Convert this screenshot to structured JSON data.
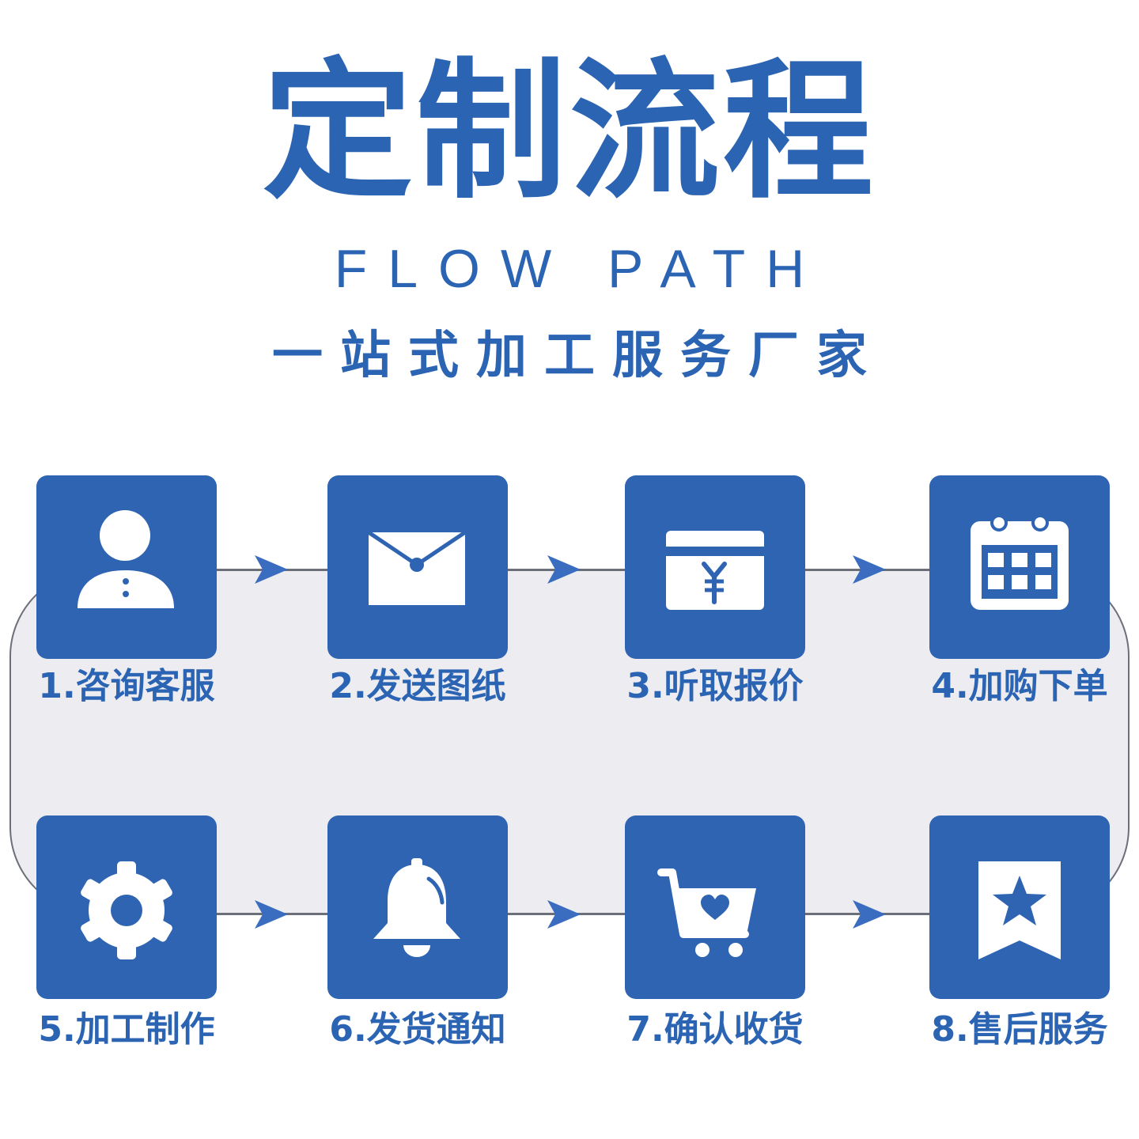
{
  "header": {
    "title": "定制流程",
    "subtitle_en": "FLOW PATH",
    "tagline": "一站式加工服务厂家"
  },
  "steps": [
    {
      "label": "1.咨询客服",
      "icon": "user-icon"
    },
    {
      "label": "2.发送图纸",
      "icon": "envelope-icon"
    },
    {
      "label": "3.听取报价",
      "icon": "yen-card-icon"
    },
    {
      "label": "4.加购下单",
      "icon": "calendar-icon"
    },
    {
      "label": "5.加工制作",
      "icon": "gear-icon"
    },
    {
      "label": "6.发货通知",
      "icon": "bell-icon"
    },
    {
      "label": "7.确认收货",
      "icon": "cart-heart-icon"
    },
    {
      "label": "8.售后服务",
      "icon": "star-bookmark-icon"
    }
  ],
  "colors": {
    "accent": "#2e64b2",
    "track": "#ededf1"
  }
}
